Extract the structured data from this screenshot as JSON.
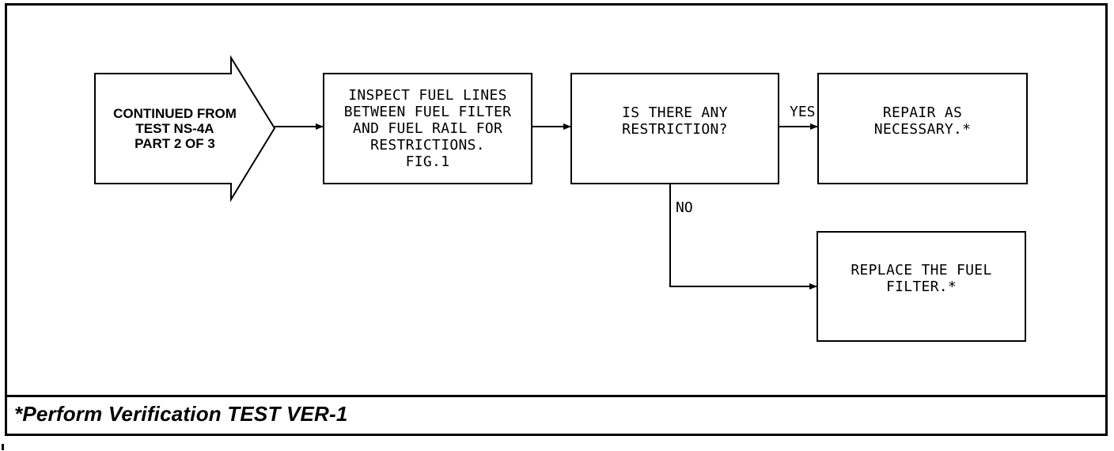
{
  "start_block": {
    "text": "CONTINUED FROM\nTEST NS-4A\nPART 2 OF 3"
  },
  "steps": {
    "inspect": "INSPECT FUEL LINES\nBETWEEN FUEL FILTER\nAND FUEL RAIL FOR\nRESTRICTIONS.\nFIG.1",
    "decision": "IS THERE ANY\nRESTRICTION?",
    "repair": "REPAIR AS\nNECESSARY.*",
    "replace": "REPLACE THE FUEL\nFILTER.*"
  },
  "labels": {
    "yes": "YES",
    "no": "NO"
  },
  "footer": {
    "note": "*Perform Verification TEST VER-1"
  }
}
